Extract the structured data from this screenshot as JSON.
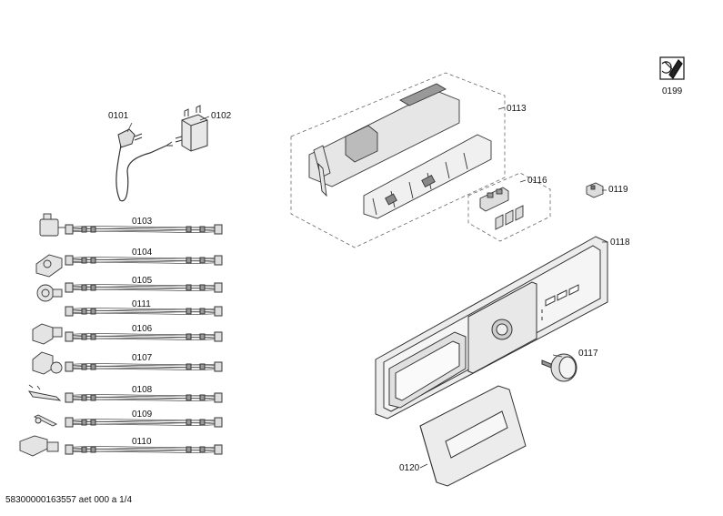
{
  "labels": {
    "p0101": "0101",
    "p0102": "0102",
    "p0103": "0103",
    "p0104": "0104",
    "p0105": "0105",
    "p0111": "0111",
    "p0106": "0106",
    "p0107": "0107",
    "p0108": "0108",
    "p0109": "0109",
    "p0110": "0110",
    "p0113": "0113",
    "p0116": "0116",
    "p0119": "0119",
    "p0118": "0118",
    "p0117": "0117",
    "p0120": "0120",
    "p0199": "0199"
  },
  "footer": "58300000163557 aet 000 a 1/4",
  "icons": [
    "power-cord-icon",
    "filter-icon",
    "wire-harness-icon",
    "control-module-icon",
    "relay-board-icon",
    "connector-icon",
    "control-panel-icon",
    "knob-icon",
    "drawer-handle-icon",
    "service-manual-icon"
  ]
}
